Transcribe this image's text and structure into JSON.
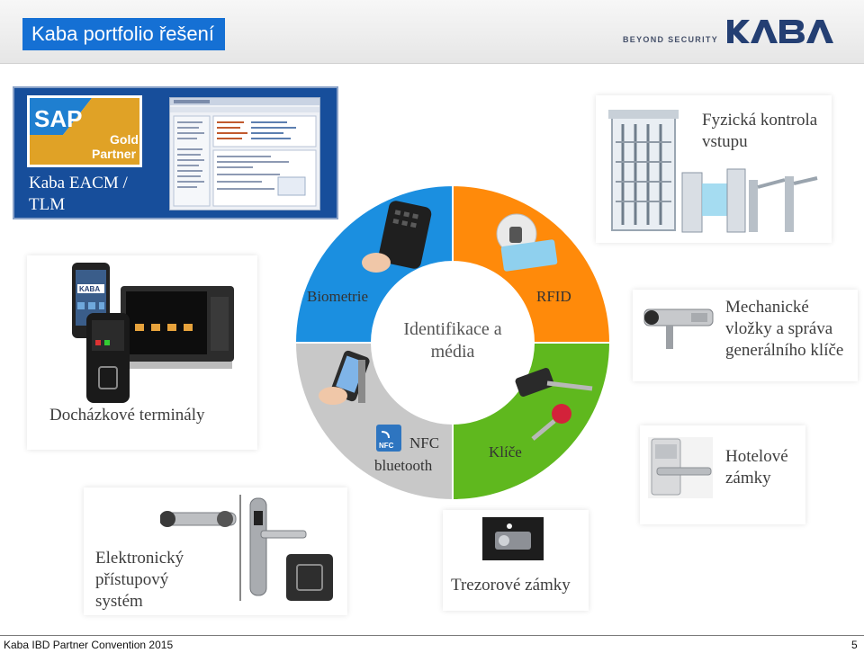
{
  "header": {
    "title": "Kaba portfolio řešení",
    "tagline": "BEYOND SECURITY",
    "brand": "KABA"
  },
  "colors": {
    "title_bg": "#1570d4",
    "segment_biometrie": "#1b8fe0",
    "segment_rfid": "#ff8a0a",
    "segment_klice": "#5fb81e",
    "segment_nfc": "#c8c8c8",
    "sap_panel": "#174e9b"
  },
  "diagram": {
    "center_label": "Identifikace a média",
    "segments": {
      "biometrie": "Biometrie",
      "rfid": "RFID",
      "klice": "Klíče",
      "nfc": "NFC",
      "bluetooth": "bluetooth"
    },
    "nfc_badge": "NFC"
  },
  "cards": {
    "sap_label": "Kaba EACM / TLM",
    "sap_badge_top": "SAP",
    "sap_badge_gold": "Gold",
    "sap_badge_partner": "Partner",
    "fyzicka": "Fyzická kontrola vstupu",
    "mechanicke": "Mechanické vložky a správa generálního klíče",
    "dochazkove": "Docházkové terminály",
    "hotelove": "Hotelové zámky",
    "elektronicky": "Elektronický přístupový systém",
    "trezorove": "Trezorové zámky",
    "terminal_brand": "KABA"
  },
  "footer": {
    "left": "Kaba IBD Partner Convention 2015",
    "page": "5"
  }
}
